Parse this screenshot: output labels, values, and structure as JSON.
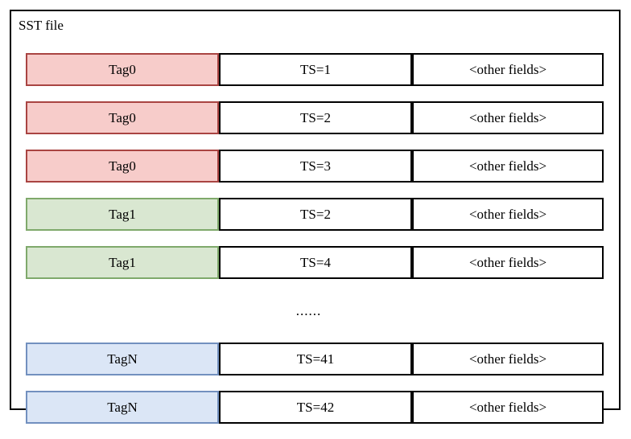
{
  "diagram": {
    "title": "SST file",
    "columns": [
      "tag",
      "timestamp",
      "other"
    ],
    "rows": [
      {
        "kind": "record",
        "tag": "Tag0",
        "ts": "TS=1",
        "other": "<other fields>",
        "color": "pink"
      },
      {
        "kind": "record",
        "tag": "Tag0",
        "ts": "TS=2",
        "other": "<other fields>",
        "color": "pink"
      },
      {
        "kind": "record",
        "tag": "Tag0",
        "ts": "TS=3",
        "other": "<other fields>",
        "color": "pink"
      },
      {
        "kind": "record",
        "tag": "Tag1",
        "ts": "TS=2",
        "other": "<other fields>",
        "color": "green"
      },
      {
        "kind": "record",
        "tag": "Tag1",
        "ts": "TS=4",
        "other": "<other fields>",
        "color": "green"
      },
      {
        "kind": "ellipsis",
        "text": "......"
      },
      {
        "kind": "record",
        "tag": "TagN",
        "ts": "TS=41",
        "other": "<other fields>",
        "color": "blue"
      },
      {
        "kind": "record",
        "tag": "TagN",
        "ts": "TS=42",
        "other": "<other fields>",
        "color": "blue"
      }
    ],
    "colors": {
      "pink_fill": "#f7ccca",
      "pink_border": "#a94442",
      "green_fill": "#d9e7d1",
      "green_border": "#7fa96b",
      "blue_fill": "#dbe6f6",
      "blue_border": "#7290bf",
      "cell_border": "#000000",
      "frame_border": "#000000",
      "background": "#ffffff"
    }
  }
}
